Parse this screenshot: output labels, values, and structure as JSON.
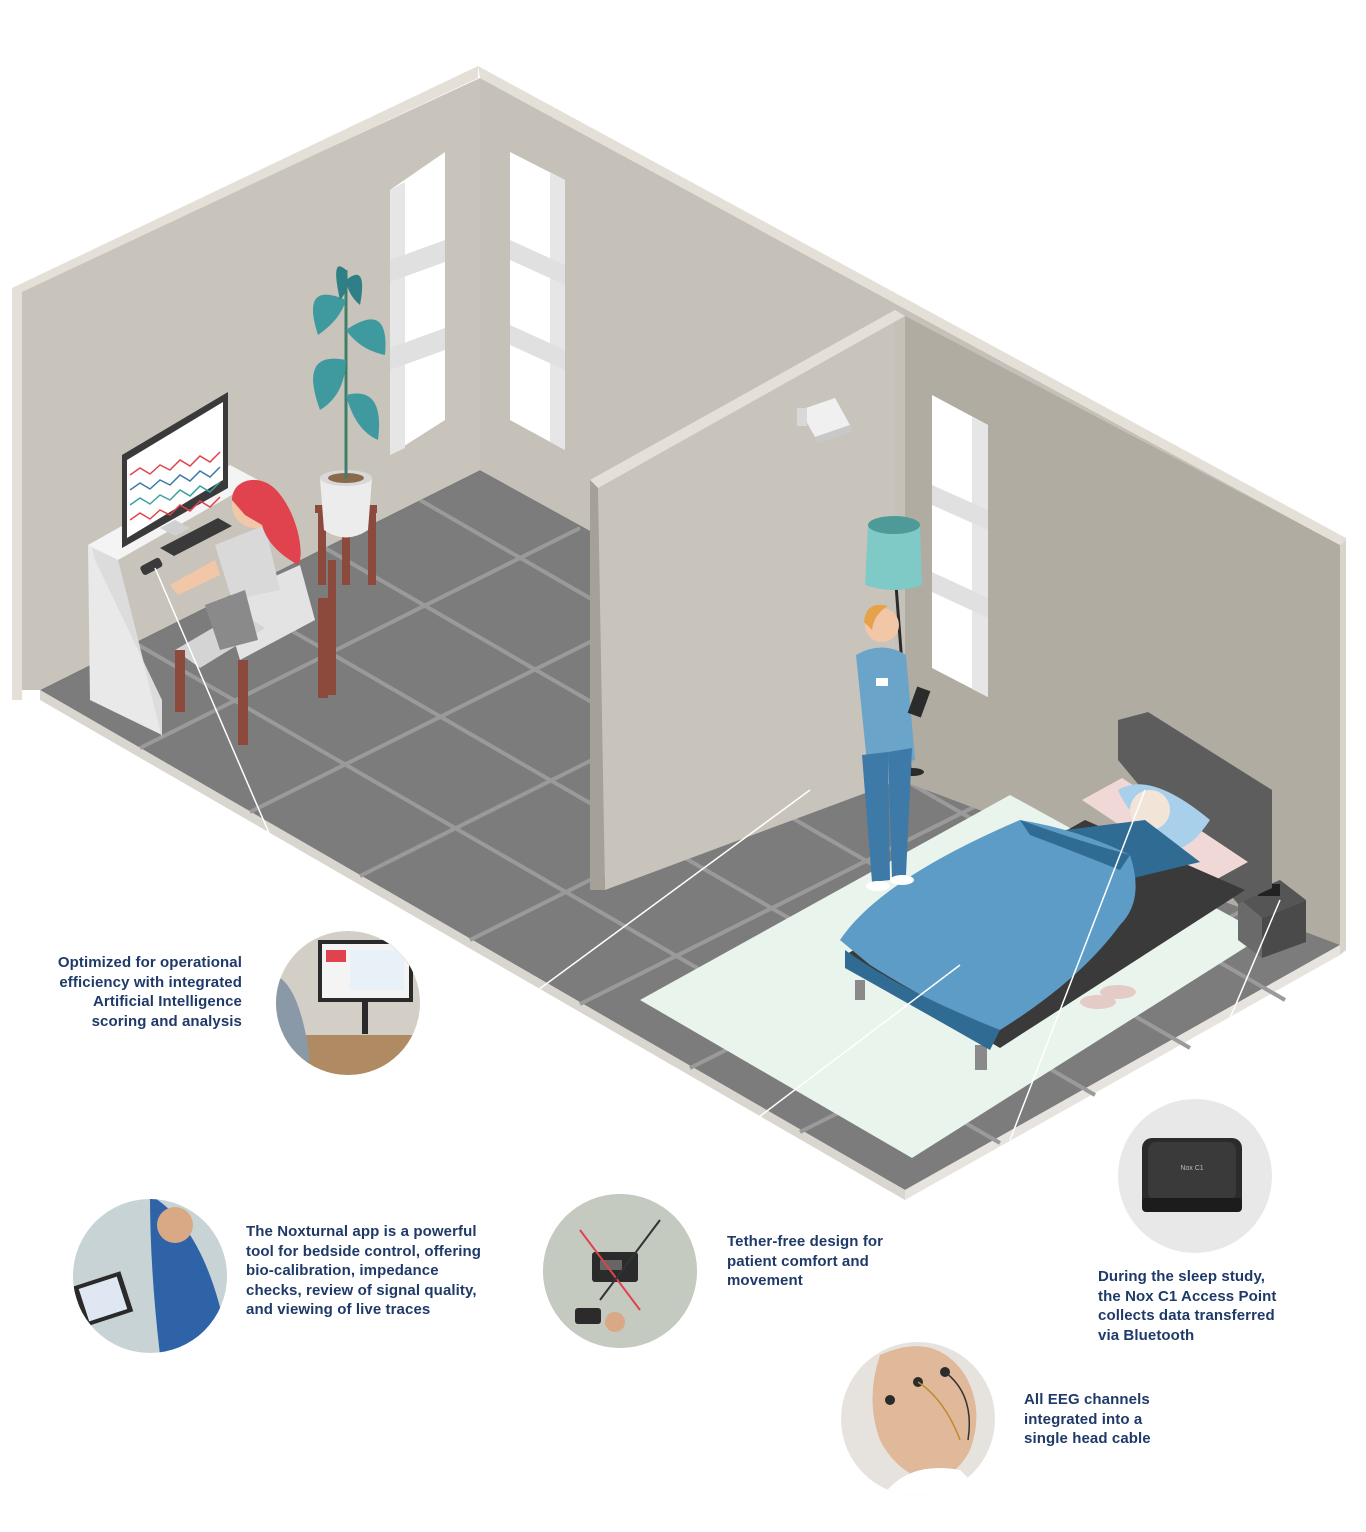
{
  "palette": {
    "wall_light": "#c9c4bb",
    "wall_mid": "#b1aca2",
    "wall_top": "#e4e0d8",
    "floor": "#7c7c7c",
    "floor_grid": "#9a9a9a",
    "bed_blanket": "#5d9cc6",
    "bed_blanket_dark": "#2f6b92",
    "rug": "#e9f4ec",
    "text_navy": "#1f3a68",
    "accent_red": "#e0434d",
    "plant_teal": "#3f9aa0",
    "lamp_teal": "#7fc9c6",
    "scrub_blue": "#6ba4c9",
    "scrub_dark": "#3d7aa8"
  },
  "icons": [
    "monitor-icon",
    "plant-icon",
    "camera-icon",
    "lamp-icon",
    "bed-icon",
    "access-point-icon"
  ],
  "callouts": [
    {
      "id": "ai-scoring",
      "lines": [
        "Optimized for operational",
        "efficiency with integrated",
        "Artificial Intelligence",
        "scoring and analysis"
      ]
    },
    {
      "id": "noxturnal-app",
      "lines": [
        "The Noxturnal app is a powerful",
        "tool for bedside control, offering",
        "bio-calibration, impedance",
        "checks, review of signal quality,",
        "and viewing of live traces"
      ]
    },
    {
      "id": "tether-free",
      "lines": [
        "Tether-free design for",
        "patient comfort and",
        "movement"
      ]
    },
    {
      "id": "access-point",
      "lines": [
        "During the sleep study,",
        "the Nox C1 Access Point",
        "collects data transferred",
        "via Bluetooth"
      ]
    },
    {
      "id": "eeg-cable",
      "lines": [
        "All EEG channels",
        "integrated into a",
        "single head cable"
      ]
    }
  ],
  "device_label": "Nox C1"
}
